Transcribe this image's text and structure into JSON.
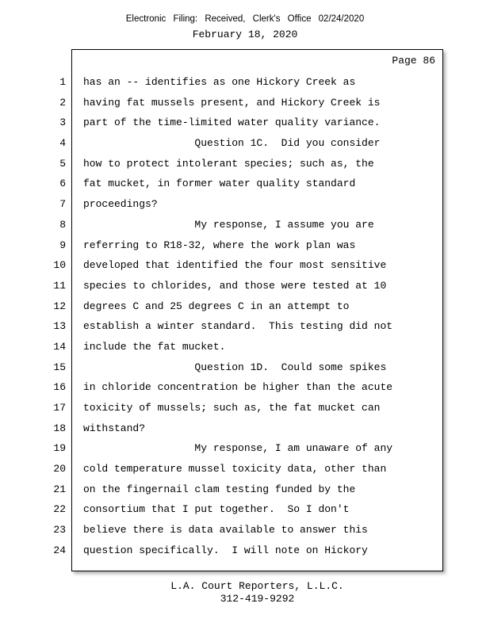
{
  "header": {
    "filing_line": "Electronic Filing: Received, Clerk's Office 02/24/2020",
    "date_line": "February 18, 2020"
  },
  "page_label": "Page 86",
  "transcript": {
    "lines": [
      {
        "num": "1",
        "text": "has an -- identifies as one Hickory Creek as"
      },
      {
        "num": "2",
        "text": "having fat mussels present, and Hickory Creek is"
      },
      {
        "num": "3",
        "text": "part of the time-limited water quality variance."
      },
      {
        "num": "4",
        "text": "                  Question 1C.  Did you consider"
      },
      {
        "num": "5",
        "text": "how to protect intolerant species; such as, the"
      },
      {
        "num": "6",
        "text": "fat mucket, in former water quality standard"
      },
      {
        "num": "7",
        "text": "proceedings?"
      },
      {
        "num": "8",
        "text": "                  My response, I assume you are"
      },
      {
        "num": "9",
        "text": "referring to R18-32, where the work plan was"
      },
      {
        "num": "10",
        "text": "developed that identified the four most sensitive"
      },
      {
        "num": "11",
        "text": "species to chlorides, and those were tested at 10"
      },
      {
        "num": "12",
        "text": "degrees C and 25 degrees C in an attempt to"
      },
      {
        "num": "13",
        "text": "establish a winter standard.  This testing did not"
      },
      {
        "num": "14",
        "text": "include the fat mucket."
      },
      {
        "num": "15",
        "text": "                  Question 1D.  Could some spikes"
      },
      {
        "num": "16",
        "text": "in chloride concentration be higher than the acute"
      },
      {
        "num": "17",
        "text": "toxicity of mussels; such as, the fat mucket can"
      },
      {
        "num": "18",
        "text": "withstand?"
      },
      {
        "num": "19",
        "text": "                  My response, I am unaware of any"
      },
      {
        "num": "20",
        "text": "cold temperature mussel toxicity data, other than"
      },
      {
        "num": "21",
        "text": "on the fingernail clam testing funded by the"
      },
      {
        "num": "22",
        "text": "consortium that I put together.  So I don't"
      },
      {
        "num": "23",
        "text": "believe there is data available to answer this"
      },
      {
        "num": "24",
        "text": "question specifically.  I will note on Hickory"
      }
    ]
  },
  "footer": {
    "company": "L.A. Court Reporters, L.L.C.",
    "phone": "312-419-9292"
  }
}
